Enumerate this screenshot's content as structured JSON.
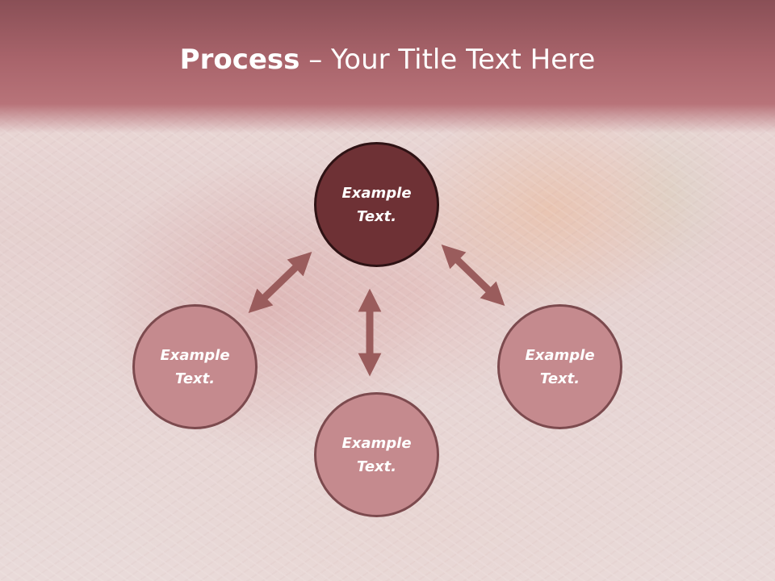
{
  "slide": {
    "title_bold": "Process",
    "title_separator": " – ",
    "title_rest": "Your Title Text Here"
  },
  "nodes": {
    "top": {
      "line1": "Example",
      "line2": "Text."
    },
    "left": {
      "line1": "Example",
      "line2": "Text."
    },
    "right": {
      "line1": "Example",
      "line2": "Text."
    },
    "bottom": {
      "line1": "Example",
      "line2": "Text."
    }
  },
  "colors": {
    "title_band": "#a9646b",
    "main_node_fill": "#6e3135",
    "sub_node_fill": "#c58a8e",
    "arrow": "#9a5c5c"
  }
}
